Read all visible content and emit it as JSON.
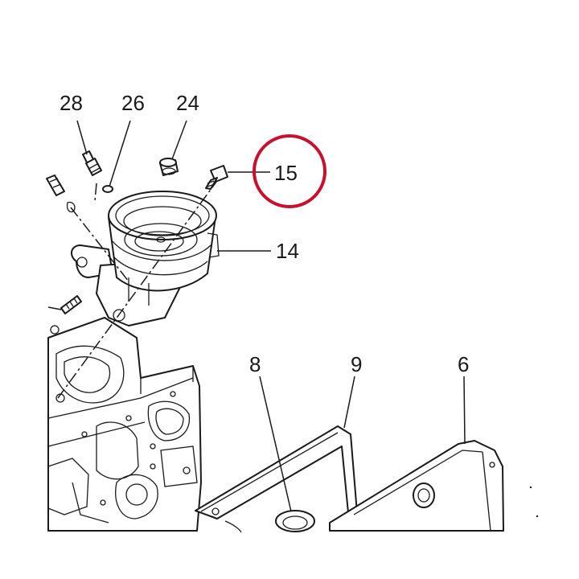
{
  "callouts": {
    "c28": "28",
    "c26": "26",
    "c24": "24",
    "c15": "15",
    "c14": "14",
    "c8": "8",
    "c9": "9",
    "c6": "6"
  },
  "highlight": {
    "target": "15",
    "color": "#c8102e"
  }
}
